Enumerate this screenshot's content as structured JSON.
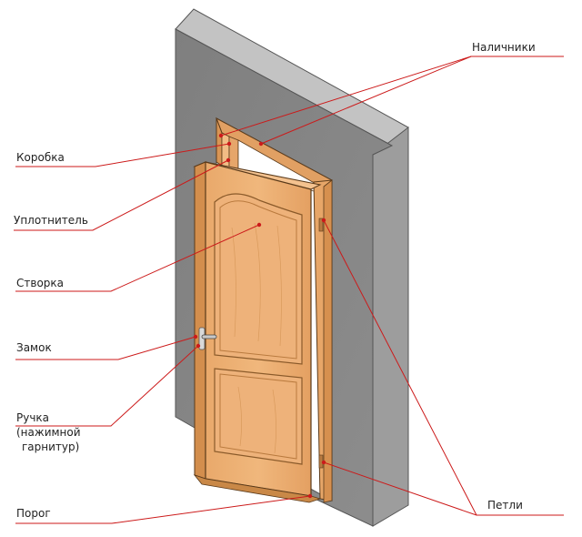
{
  "labels": {
    "nalichniki": "Наличники",
    "korobka": "Коробка",
    "uplotnitel": "Уплотнитель",
    "stvorka": "Створка",
    "zamok": "Замок",
    "ruchka_line1": "Ручка",
    "ruchka_line2": "(нажимной",
    "ruchka_line3": "гарнитур)",
    "porog": "Порог",
    "petli": "Петли"
  },
  "colors": {
    "leader": "#cc1a1a",
    "wall_front": "#8a8a8a",
    "wall_side": "#9c9c9c",
    "wall_top": "#b8b8b8",
    "wood": "#e8a76a",
    "wood_dark": "#c98847",
    "text": "#222222"
  }
}
